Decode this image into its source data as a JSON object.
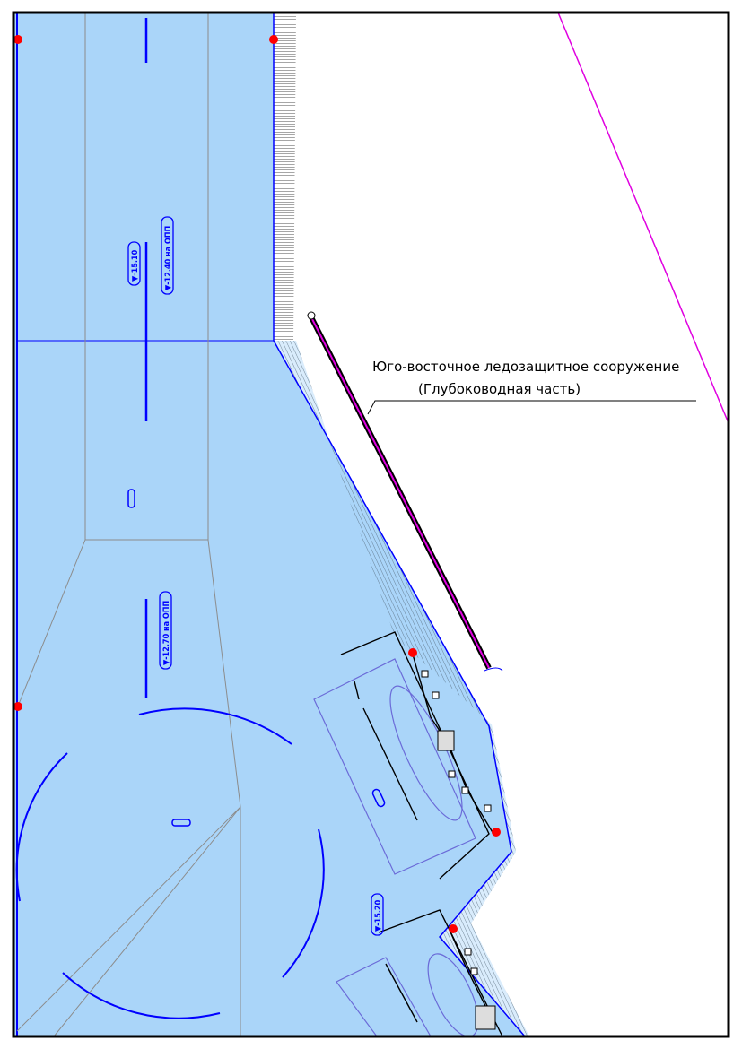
{
  "drawing": {
    "callout": {
      "line1": "Юго-восточное ледозащитное сооружение",
      "line2": "(Глубоководная часть)"
    },
    "depth_labels": [
      {
        "text": "▼-15.10"
      },
      {
        "text": "▼-12.40 на ОПП"
      },
      {
        "text": "▼-12.70 на ОПП"
      },
      {
        "text": "▼-15.20"
      }
    ],
    "colors": {
      "water": "#aad5f9",
      "contour": "#0000ff",
      "grid": "#8c8c8c",
      "boundary": "#e000e0",
      "marker": "#ff0000",
      "berth": "#6b6bd8"
    }
  }
}
